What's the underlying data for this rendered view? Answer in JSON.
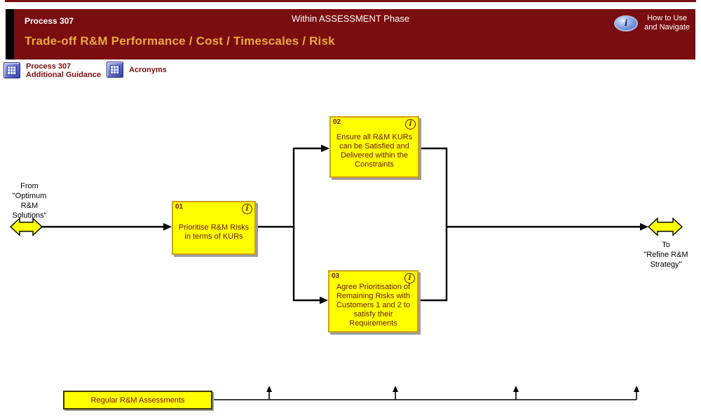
{
  "header": {
    "process_label": "Process 307",
    "title": "Trade-off R&M Performance / Cost / Timescales / Risk",
    "phase_label": "Within ASSESSMENT Phase",
    "help_label": "How to Use\nand Navigate",
    "info_icon_glyph": "i"
  },
  "toolbar": {
    "guidance_label": "Process 307\nAdditional Guidance",
    "acronyms_label": "Acronyms"
  },
  "diagram": {
    "input_label": "From\n\"Optimum\nR&M\nSolutions\"",
    "output_label": "To\n\"Refine R&M\nStrategy\"",
    "boxes": [
      {
        "id": "01",
        "text": "Prioritise R&M Risks\nin terms of KURs",
        "info_glyph": "i"
      },
      {
        "id": "02",
        "text": "Ensure all R&M KURs\ncan be Satisfied and\nDelivered within the\nConstraints",
        "info_glyph": "i"
      },
      {
        "id": "03",
        "text": "Agree Prioritisation of\nRemaining Risks with\nCustomers 1 and 2 to\nsatisfy their\nRequirements",
        "info_glyph": "i"
      }
    ],
    "footer_box_label": "Regular R&M Assessments"
  },
  "colors": {
    "header_maroon": "#7a0d10",
    "title_gold": "#e9a93e",
    "box_yellow": "#ffff00",
    "box_border_gold": "#cf9f18",
    "dark_red_text": "#7b0d0d",
    "icon_blue": "#5b66cf",
    "connector_black": "#000000"
  }
}
